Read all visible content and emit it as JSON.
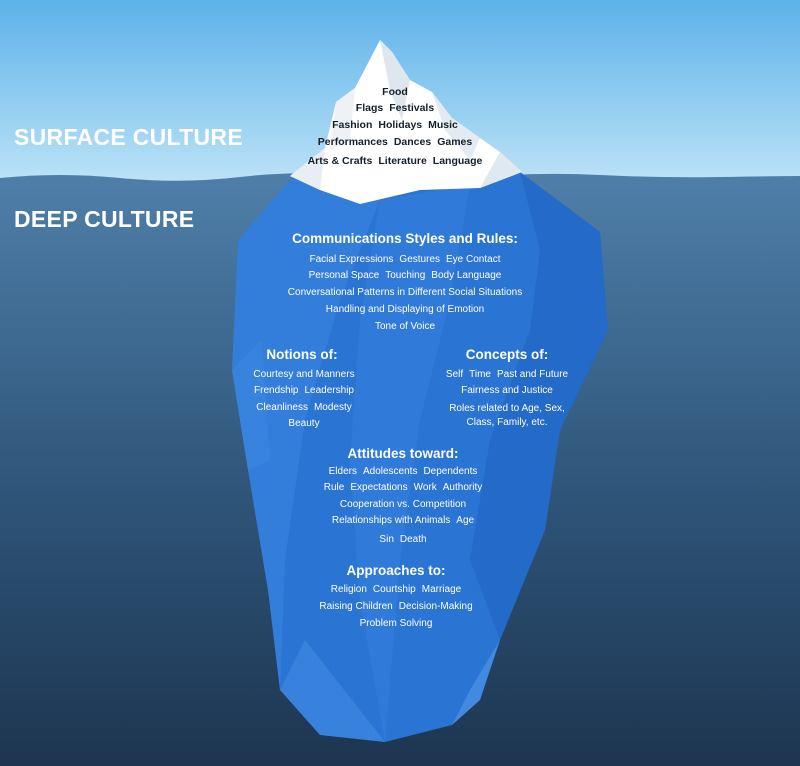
{
  "labels": {
    "surface": "SURFACE CULTURE",
    "deep": "DEEP CULTURE"
  },
  "colors": {
    "sky_top": "#5cb2ea",
    "sky_bottom": "#bce2f7",
    "sea_top": "#4f7fa9",
    "sea_bottom": "#1d3550",
    "ice_tip": "#ffffff",
    "berg_blue": "#2a74d4"
  },
  "tip": {
    "lines": [
      [
        "Food"
      ],
      [
        "Flags",
        "Festivals"
      ],
      [
        "Fashion",
        "Holidays",
        "Music"
      ],
      [
        "Performances",
        "Dances",
        "Games"
      ],
      [
        "Arts & Crafts",
        "Literature",
        "Language"
      ]
    ]
  },
  "communications": {
    "heading": "Communications Styles and Rules:",
    "lines": [
      [
        "Facial Expressions",
        "Gestures",
        "Eye Contact"
      ],
      [
        "Personal Space",
        "Touching",
        "Body Language"
      ],
      [
        "Conversational Patterns in Different Social Situations"
      ],
      [
        "Handling and Displaying of Emotion"
      ],
      [
        "Tone of Voice"
      ]
    ]
  },
  "notions": {
    "heading": "Notions of:",
    "lines": [
      [
        "Courtesy and Manners"
      ],
      [
        "Frendship",
        "Leadership"
      ],
      [
        "Cleanliness",
        "Modesty"
      ],
      [
        "Beauty"
      ]
    ]
  },
  "concepts": {
    "heading": "Concepts of:",
    "lines": [
      [
        "Self",
        "Time",
        "Past and Future"
      ],
      [
        "Fairness and Justice"
      ],
      [
        "Roles related to Age, Sex,"
      ],
      [
        "Class, Family, etc."
      ]
    ]
  },
  "attitudes": {
    "heading": "Attitudes toward:",
    "lines": [
      [
        "Elders",
        "Adolescents",
        "Dependents"
      ],
      [
        "Rule",
        "Expectations",
        "Work",
        "Authority"
      ],
      [
        "Cooperation vs. Competition"
      ],
      [
        "Relationships with Animals",
        "Age"
      ],
      [
        "Sin",
        "Death"
      ]
    ]
  },
  "approaches": {
    "heading": "Approaches to:",
    "lines": [
      [
        "Religion",
        "Courtship",
        "Marriage"
      ],
      [
        "Raising Children",
        "Decision-Making"
      ],
      [
        "Problem Solving"
      ]
    ]
  }
}
